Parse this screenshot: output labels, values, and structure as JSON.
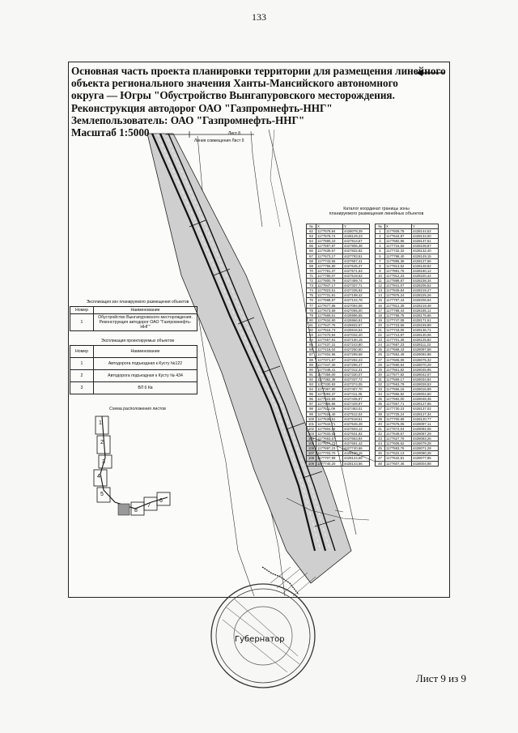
{
  "page_number": "133",
  "header": {
    "lines": [
      "Основная часть проекта планировки территории для размещения линейного",
      "объекта регионального значения Ханты-Мансийского автономного",
      "округа — Югры \"Обустройство Вынгапуровского месторождения.",
      "Реконструкция автодорог ОАО \"Газпромнефть-ННГ\"",
      "Землепользователь: ОАО \"Газпромнефть-ННГ\"",
      "Масштаб 1:5000"
    ]
  },
  "map": {
    "sheet_label": "Лист 8",
    "match_line_label": "Линия совмещения  Лист 9"
  },
  "catalog": {
    "title_line1": "Каталог координат границы зоны",
    "title_line2": "планируемого размещения линейных объектов",
    "header": [
      "№",
      "X",
      "Y"
    ],
    "left": [
      [
        "62",
        "1177579,94",
        "4428078,39"
      ],
      [
        "63",
        "1177578,74",
        "4428129,23"
      ],
      [
        "64",
        "1177590,10",
        "4427914,67"
      ],
      [
        "65",
        "1177597,87",
        "4427906,38"
      ],
      [
        "66",
        "1177635,67",
        "4427832,82"
      ],
      [
        "67",
        "1177673,17",
        "4427783,51"
      ],
      [
        "68",
        "1177743,56",
        "4427657,41"
      ],
      [
        "69",
        "1177756,80",
        "4427645,37"
      ],
      [
        "70",
        "1177781,37",
        "4427571,53"
      ],
      [
        "71",
        "1177780,07",
        "4427519,52"
      ],
      [
        "72",
        "1177800,79",
        "4427499,74"
      ],
      [
        "73",
        "1177847,17",
        "4427337,71"
      ],
      [
        "74",
        "1177823,51",
        "4427335,92"
      ],
      [
        "75",
        "1177731,91",
        "4427198,42"
      ],
      [
        "76",
        "1177688,97",
        "4427104,78"
      ],
      [
        "77",
        "1177677,86",
        "4427094,08"
      ],
      [
        "78",
        "1177673,59",
        "4427055,00"
      ],
      [
        "79",
        "1177669,61",
        "4426996,55"
      ],
      [
        "80",
        "1177634,90",
        "4426966,91"
      ],
      [
        "81",
        "1177547,75",
        "4426932,67"
      ],
      [
        "82",
        "1177516,73",
        "4426916,54"
      ],
      [
        "83",
        "1177470,94",
        "4427032,20"
      ],
      [
        "84",
        "1177457,81",
        "4427150,15"
      ],
      [
        "85",
        "1177437,31",
        "4427243,80"
      ],
      [
        "86",
        "1177418,04",
        "4427250,60"
      ],
      [
        "87",
        "1177404,96",
        "4427289,58"
      ],
      [
        "88",
        "1177371,87",
        "4427292,23"
      ],
      [
        "89",
        "1177347,30",
        "4427296,47"
      ],
      [
        "90",
        "1177348,41",
        "4427312,31"
      ],
      [
        "91",
        "1177359,00",
        "4427330,07"
      ],
      [
        "92",
        "1177382,38",
        "4427337,72"
      ],
      [
        "93",
        "1177330,93",
        "4427374,05"
      ],
      [
        "94",
        "1177367,80",
        "4427407,70"
      ],
      [
        "95",
        "1177393,37",
        "4427411,05"
      ],
      [
        "96",
        "1177423,59",
        "4427435,97"
      ],
      [
        "97",
        "1177465,96",
        "4427429,97"
      ],
      [
        "98",
        "1177511,09",
        "4427483,01"
      ],
      [
        "99",
        "1177516,40",
        "4427512,04"
      ],
      [
        "100",
        "1177535,51",
        "4427518,51"
      ],
      [
        "101",
        "1177544,71",
        "4427546,28"
      ],
      [
        "102",
        "1177604,54",
        "4427603,12"
      ],
      [
        "103",
        "1177633,53",
        "4427631,92"
      ],
      [
        "104",
        "1177663,57",
        "4427653,94"
      ],
      [
        "105",
        "1177677,73",
        "4427691,42"
      ],
      [
        "106",
        "1177697,23",
        "4427740,66"
      ],
      [
        "107",
        "1177703,70",
        "4428120,16"
      ],
      [
        "108",
        "1177707,99",
        "4428124,66"
      ],
      [
        "109",
        "1177740,20",
        "4428143,56"
      ]
    ],
    "right": [
      [
        "1",
        "1177609,79",
        "4428144,52"
      ],
      [
        "2",
        "1177644,87",
        "4428134,00"
      ],
      [
        "3",
        "1177682,96",
        "4428137,61"
      ],
      [
        "4",
        "1177716,56",
        "4428108,87"
      ],
      [
        "5",
        "1177732,32",
        "4428132,40"
      ],
      [
        "6",
        "1177798,40",
        "4428149,15"
      ],
      [
        "7",
        "1177895,36",
        "4428127,66"
      ],
      [
        "8",
        "1177813,52",
        "4428128,82"
      ],
      [
        "9",
        "1177891,76",
        "4428160,12"
      ],
      [
        "10",
        "1177912,23",
        "4428220,42"
      ],
      [
        "11",
        "1177888,87",
        "4428238,34"
      ],
      [
        "12",
        "1177841,07",
        "4428206,52"
      ],
      [
        "13",
        "1177849,84",
        "4428219,27"
      ],
      [
        "14",
        "1177876,24",
        "4428225,26"
      ],
      [
        "15",
        "1177797,44",
        "4428206,94"
      ],
      [
        "16",
        "1177812,39",
        "4428219,48"
      ],
      [
        "17",
        "1177788,44",
        "4428185,11"
      ],
      [
        "18",
        "1177758,75",
        "4428175,66"
      ],
      [
        "19",
        "1177747,08",
        "4428171,61"
      ],
      [
        "20",
        "1177723,56",
        "4428159,89"
      ],
      [
        "21",
        "1177718,05",
        "4428136,71"
      ],
      [
        "22",
        "1177713,97",
        "4428130,06"
      ],
      [
        "23",
        "1177701,36",
        "4428125,82"
      ],
      [
        "24",
        "1177687,23",
        "4428111,33"
      ],
      [
        "25",
        "1177668,43",
        "4428097,58"
      ],
      [
        "26",
        "1177652,49",
        "4428092,98"
      ],
      [
        "27",
        "1177606,08",
        "4428075,32"
      ],
      [
        "28",
        "1177590,94",
        "4428070,29"
      ],
      [
        "29",
        "1177561,82",
        "4428045,95"
      ],
      [
        "30",
        "1177577,92",
        "4428042,07"
      ],
      [
        "31",
        "1177569,17",
        "4428034,84"
      ],
      [
        "32",
        "1177563,79",
        "4428028,53"
      ],
      [
        "33",
        "1177556,16",
        "4428016,89"
      ],
      [
        "34",
        "1177556,92",
        "4428004,50"
      ],
      [
        "35",
        "1177592,00",
        "4428048,35"
      ],
      [
        "36",
        "1177657,71",
        "4428127,55"
      ],
      [
        "37",
        "1177730,23",
        "4428137,02"
      ],
      [
        "38",
        "1177725,24",
        "4428127,34"
      ],
      [
        "39",
        "1177700,69",
        "4428120,77"
      ],
      [
        "40",
        "1177676,05",
        "4428097,11"
      ],
      [
        "41",
        "1177672,04",
        "4428092,05"
      ],
      [
        "42",
        "1177649,57",
        "4428087,29"
      ],
      [
        "43",
        "1177627,76",
        "4428083,26"
      ],
      [
        "44",
        "1177608,62",
        "4428079,28"
      ],
      [
        "45",
        "1177583,76",
        "4428071,28"
      ],
      [
        "46",
        "1177622,13",
        "4428080,28"
      ],
      [
        "47",
        "1177642,81",
        "4428077,85"
      ],
      [
        "48",
        "1177607,46",
        "4428004,98"
      ]
    ]
  },
  "explication1": {
    "title": "Экспликация зон планируемого размещения объектов",
    "col_number": "Номер",
    "col_name": "Наименование",
    "rows": [
      {
        "number": "1",
        "name": "Обустройство Вынгапуровского месторождения. Реконструкция автодорог ОАО \"Газпромнефть-ННГ\""
      }
    ]
  },
  "explication2": {
    "title": "Экспликация проектируемых объектов",
    "col_number": "Номер",
    "col_name": "Наименование",
    "rows": [
      {
        "number": "1",
        "name": "Автодорога подъездная к Кусту №122"
      },
      {
        "number": "2",
        "name": "Автодорога подъездная к Кусту № 434"
      },
      {
        "number": "3",
        "name": "ВЛ 6 Кв"
      }
    ]
  },
  "scheme": {
    "title": "Схема расположения листов",
    "sheets": [
      "1",
      "2",
      "3",
      "4",
      "5",
      "6",
      "7",
      "8"
    ]
  },
  "stamp_signature": "Губернатор",
  "footer": {
    "sheet_of": "Лист 9 из 9"
  }
}
